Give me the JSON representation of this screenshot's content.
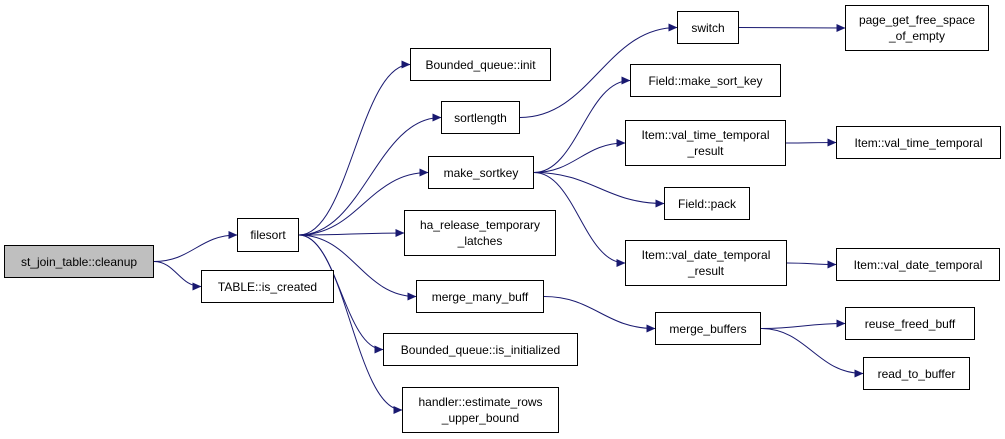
{
  "colors": {
    "edge": "#191970",
    "root_fill": "#bfbfbf",
    "node_fill": "#ffffff",
    "border": "#000000"
  },
  "nodes": {
    "cleanup": {
      "lines": [
        "st_join_table::cleanup"
      ]
    },
    "filesort": {
      "lines": [
        "filesort"
      ]
    },
    "is_created": {
      "lines": [
        "TABLE::is_created"
      ]
    },
    "bq_init": {
      "lines": [
        "Bounded_queue::init"
      ]
    },
    "sortlength": {
      "lines": [
        "sortlength"
      ]
    },
    "make_sortkey": {
      "lines": [
        "make_sortkey"
      ]
    },
    "ha_release": {
      "lines": [
        "ha_release_temporary",
        "_latches"
      ]
    },
    "merge_many_buff": {
      "lines": [
        "merge_many_buff"
      ]
    },
    "bq_is_initialized": {
      "lines": [
        "Bounded_queue::is_initialized"
      ]
    },
    "estimate_rows": {
      "lines": [
        "handler::estimate_rows",
        "_upper_bound"
      ]
    },
    "switch": {
      "lines": [
        "switch"
      ]
    },
    "page_get_free": {
      "lines": [
        "page_get_free_space",
        "_of_empty"
      ]
    },
    "make_sort_key": {
      "lines": [
        "Field::make_sort_key"
      ]
    },
    "val_time_temporal_result": {
      "lines": [
        "Item::val_time_temporal",
        "_result"
      ]
    },
    "val_time_temporal": {
      "lines": [
        "Item::val_time_temporal"
      ]
    },
    "field_pack": {
      "lines": [
        "Field::pack"
      ]
    },
    "val_date_temporal_result": {
      "lines": [
        "Item::val_date_temporal",
        "_result"
      ]
    },
    "val_date_temporal": {
      "lines": [
        "Item::val_date_temporal"
      ]
    },
    "merge_buffers": {
      "lines": [
        "merge_buffers"
      ]
    },
    "reuse_freed_buff": {
      "lines": [
        "reuse_freed_buff"
      ]
    },
    "read_to_buffer": {
      "lines": [
        "read_to_buffer"
      ]
    }
  },
  "edges": [
    [
      "cleanup",
      "filesort"
    ],
    [
      "cleanup",
      "is_created"
    ],
    [
      "filesort",
      "bq_init"
    ],
    [
      "filesort",
      "sortlength"
    ],
    [
      "filesort",
      "make_sortkey"
    ],
    [
      "filesort",
      "ha_release"
    ],
    [
      "filesort",
      "merge_many_buff"
    ],
    [
      "filesort",
      "bq_is_initialized"
    ],
    [
      "filesort",
      "estimate_rows"
    ],
    [
      "sortlength",
      "switch"
    ],
    [
      "switch",
      "page_get_free"
    ],
    [
      "make_sortkey",
      "make_sort_key"
    ],
    [
      "make_sortkey",
      "val_time_temporal_result"
    ],
    [
      "make_sortkey",
      "field_pack"
    ],
    [
      "make_sortkey",
      "val_date_temporal_result"
    ],
    [
      "val_time_temporal_result",
      "val_time_temporal"
    ],
    [
      "val_date_temporal_result",
      "val_date_temporal"
    ],
    [
      "merge_many_buff",
      "merge_buffers"
    ],
    [
      "merge_buffers",
      "reuse_freed_buff"
    ],
    [
      "merge_buffers",
      "read_to_buffer"
    ]
  ]
}
